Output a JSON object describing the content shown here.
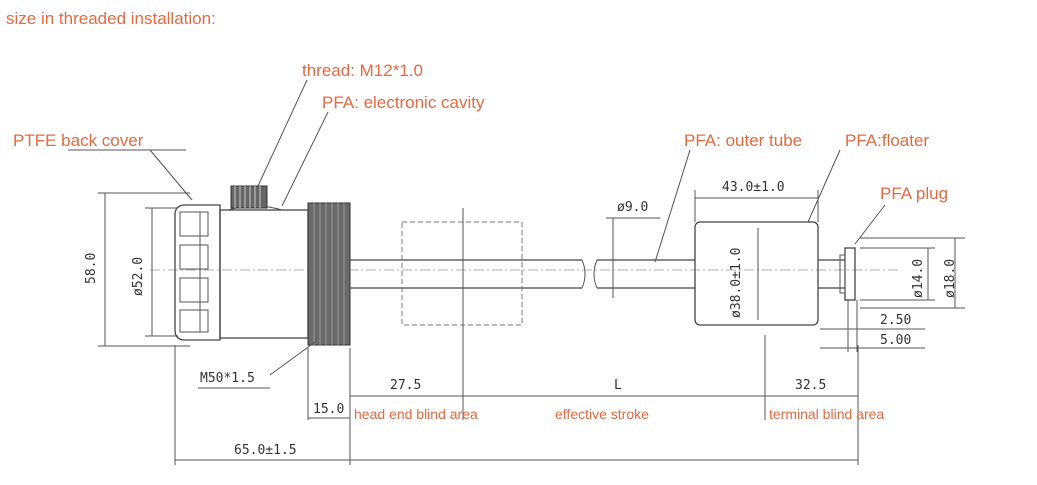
{
  "title": "size in threaded installation:",
  "callouts": {
    "thread": "thread: M12*1.0",
    "cavity": "PFA: electronic cavity",
    "back_cover": "PTFE back cover",
    "outer_tube": "PFA: outer tube",
    "floater": "PFA:floater",
    "plug": "PFA plug"
  },
  "zones": {
    "head": "head end blind area",
    "stroke": "effective stroke",
    "terminal": "terminal blind area"
  },
  "dimensions": {
    "d58": "58.0",
    "d52": "ø52.0",
    "m50": "M50*1.5",
    "d15": "15.0",
    "d27": "27.5",
    "dL": "L",
    "d32": "32.5",
    "d65": "65.0±1.5",
    "d9": "ø9.0",
    "d43": "43.0±1.0",
    "d38": "ø38.0±1.0",
    "d14": "ø14.0",
    "d18": "ø18.0",
    "d250": "2.50",
    "d500": "5.00"
  }
}
